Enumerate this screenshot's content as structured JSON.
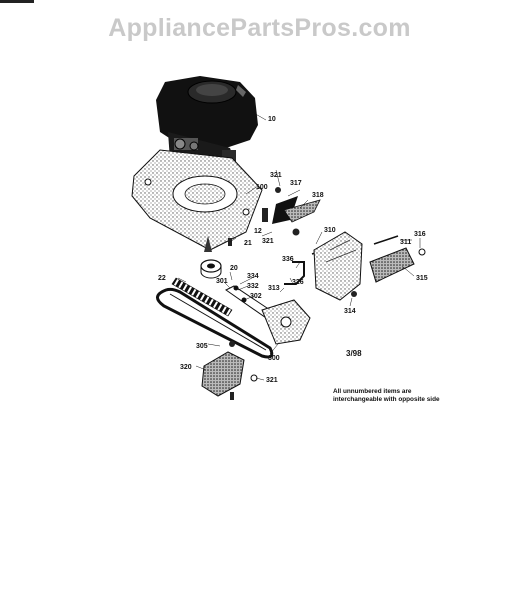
{
  "watermark": "AppliancePartsPros.com",
  "diagram_date": "3/98",
  "note": "All unnumbered items are interchangeable with opposite side",
  "callouts": {
    "c10": "10",
    "c12": "12",
    "c20": "20",
    "c21": "21",
    "c22": "22",
    "c100": "100",
    "c300": "300",
    "c301": "301",
    "c302": "302",
    "c305": "305",
    "c310": "310",
    "c311": "311",
    "c313": "313",
    "c314": "314",
    "c315": "315",
    "c316": "316",
    "c317": "317",
    "c318": "318",
    "c320": "320",
    "c321a": "321",
    "c321b": "321",
    "c321c": "321",
    "c326": "326",
    "c332": "332",
    "c334": "334",
    "c336": "336"
  }
}
